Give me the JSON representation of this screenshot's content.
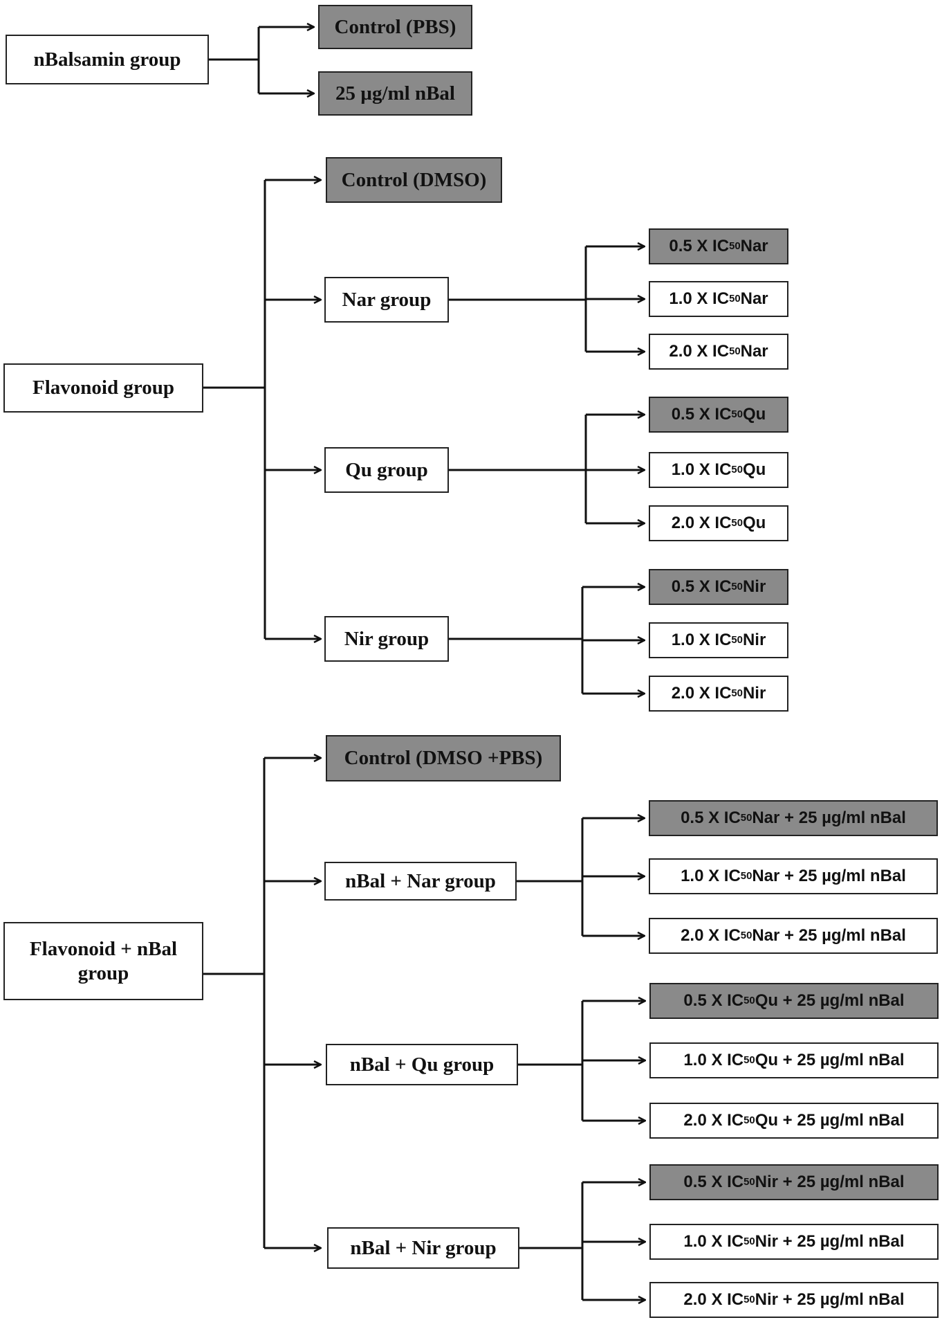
{
  "colors": {
    "shaded": "#8a8a8a",
    "box": "#ffffff",
    "line": "#111111"
  },
  "nodes": {
    "nbal_group": "nBalsamin group",
    "nbal_ctrl": "Control (PBS)",
    "nbal_25": "25 µg/ml nBal",
    "flav_group": "Flavonoid group",
    "flav_ctrl": "Control (DMSO)",
    "nar_group": "Nar group",
    "qu_group": "Qu group",
    "nir_group": "Nir group",
    "combo_group": "Flavonoid + nBal group",
    "combo_ctrl": "Control (DMSO +PBS)",
    "combo_nar": "nBal + Nar group",
    "combo_qu": "nBal + Qu group",
    "combo_nir": "nBal + Nir group"
  },
  "doses": {
    "nar_05": {
      "pre": "0.5 X IC",
      "sub": "50",
      "post": " Nar"
    },
    "nar_10": {
      "pre": "1.0 X IC",
      "sub": "50",
      "post": " Nar"
    },
    "nar_20": {
      "pre": "2.0 X IC",
      "sub": "50",
      "post": " Nar"
    },
    "qu_05": {
      "pre": "0.5 X IC",
      "sub": "50",
      "post": " Qu"
    },
    "qu_10": {
      "pre": "1.0 X IC",
      "sub": "50",
      "post": " Qu"
    },
    "qu_20": {
      "pre": "2.0 X IC",
      "sub": "50",
      "post": " Qu"
    },
    "nir_05": {
      "pre": "0.5 X IC",
      "sub": "50",
      "post": " Nir"
    },
    "nir_10": {
      "pre": "1.0 X IC",
      "sub": "50",
      "post": " Nir"
    },
    "nir_20": {
      "pre": "2.0 X IC",
      "sub": "50",
      "post": " Nir"
    },
    "cnar_05": {
      "pre": "0.5 X IC",
      "sub": "50",
      "post": " Nar + 25 µg/ml nBal"
    },
    "cnar_10": {
      "pre": "1.0 X IC",
      "sub": "50",
      "post": " Nar + 25 µg/ml nBal"
    },
    "cnar_20": {
      "pre": "2.0 X IC",
      "sub": "50",
      "post": " Nar + 25 µg/ml nBal"
    },
    "cqu_05": {
      "pre": "0.5 X IC",
      "sub": "50",
      "post": " Qu + 25 µg/ml nBal"
    },
    "cqu_10": {
      "pre": "1.0 X IC",
      "sub": "50",
      "post": " Qu + 25 µg/ml nBal"
    },
    "cqu_20": {
      "pre": "2.0 X IC",
      "sub": "50",
      "post": " Qu + 25 µg/ml nBal"
    },
    "cnir_05": {
      "pre": "0.5 X IC",
      "sub": "50",
      "post": " Nir + 25 µg/ml nBal"
    },
    "cnir_10": {
      "pre": "1.0 X IC",
      "sub": "50",
      "post": " Nir + 25 µg/ml nBal"
    },
    "cnir_20": {
      "pre": "2.0 X IC",
      "sub": "50",
      "post": " Nir + 25 µg/ml nBal"
    }
  }
}
